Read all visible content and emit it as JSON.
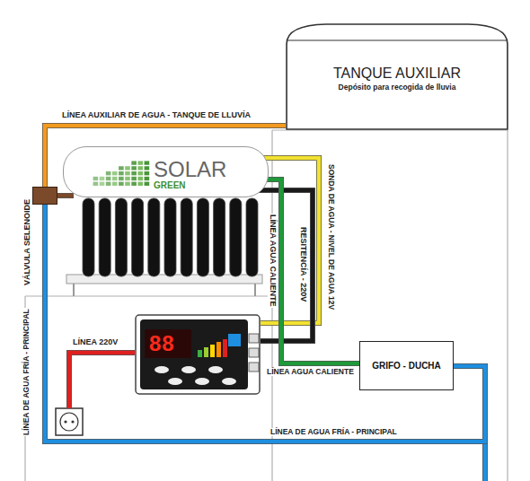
{
  "diagram": {
    "nodes": [
      {
        "text": [
          "TANQUE AUXILIAR",
          "Depósito para recogida de lluvia"
        ]
      },
      {
        "text": [
          "SOLAR",
          "GREEN"
        ]
      },
      {
        "text": [
          "VÁLVULA SELENOIDE"
        ]
      },
      {
        "text": [
          "88"
        ]
      },
      {
        "text": [
          "GRIFO - DUCHA"
        ]
      }
    ],
    "edges": [
      {
        "from": 2,
        "to": 0,
        "arrow": "none",
        "label": "LÍNEA AUXILIAR DE AGUA - TANQUE DE LLUVÍA"
      },
      {
        "from": 1,
        "to": 3,
        "arrow": "none",
        "label": "SONDA DE AGUA - NIVEL DE AGUA 12V"
      },
      {
        "from": 1,
        "to": 3,
        "arrow": "none",
        "label": "RESITENCÍA - 220V"
      },
      {
        "from": 1,
        "to": 4,
        "arrow": "none",
        "label": "LÍNEA AGUA CALIENTE"
      },
      {
        "from": 2,
        "to": 4,
        "arrow": "none",
        "label": "LÍNEA DE AGUA FRÍA - PRINCIPAL"
      },
      {
        "from": 2,
        "to": 1,
        "arrow": "none"
      }
    ],
    "labels": [
      "LÍNEA AGUA CALIENTE",
      "LÍNEA DE AGUA FRÍA - PRINCIPAL",
      "LÍNEA 220V"
    ]
  }
}
